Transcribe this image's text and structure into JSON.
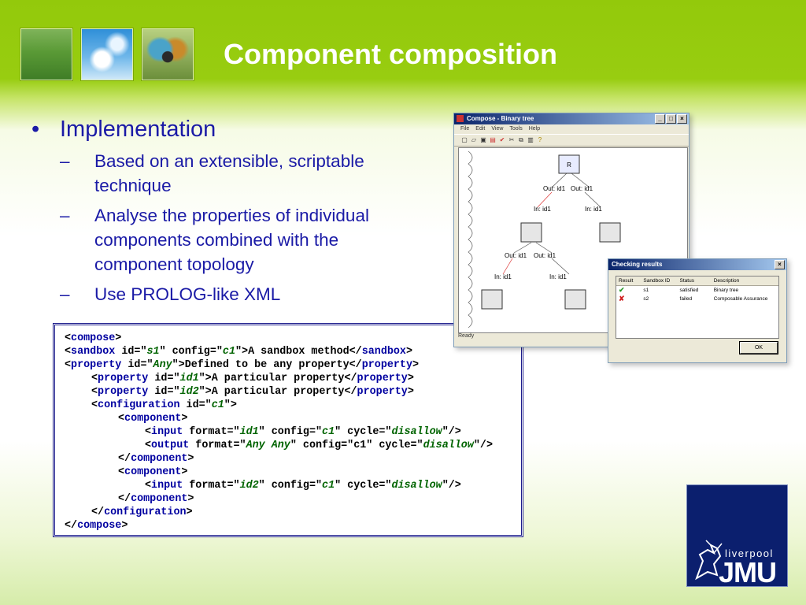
{
  "slide": {
    "title": "Component composition",
    "bullets": {
      "main_marker": "•",
      "main": "Implementation",
      "sub_marker": "–",
      "sub": [
        "Based on an extensible, scriptable technique",
        "Analyse the properties of individual components combined with the component topology",
        "Use PROLOG-like XML"
      ]
    }
  },
  "code": [
    {
      "indent": 0,
      "parts": [
        {
          "t": "p",
          "v": "<"
        },
        {
          "t": "tag",
          "v": "compose"
        },
        {
          "t": "p",
          "v": ">"
        }
      ]
    },
    {
      "indent": 0,
      "parts": [
        {
          "t": "p",
          "v": "<"
        },
        {
          "t": "tag",
          "v": "sandbox"
        },
        {
          "t": "p",
          "v": " id=\""
        },
        {
          "t": "val",
          "v": "s1"
        },
        {
          "t": "p",
          "v": "\" config=\""
        },
        {
          "t": "val",
          "v": "c1"
        },
        {
          "t": "p",
          "v": "\">A sandbox method</"
        },
        {
          "t": "tag",
          "v": "sandbox"
        },
        {
          "t": "p",
          "v": ">"
        }
      ]
    },
    {
      "indent": 0,
      "parts": [
        {
          "t": "p",
          "v": "<"
        },
        {
          "t": "tag",
          "v": "property"
        },
        {
          "t": "p",
          "v": " id=\""
        },
        {
          "t": "val",
          "v": "Any"
        },
        {
          "t": "p",
          "v": "\">Defined to be any property</"
        },
        {
          "t": "tag",
          "v": "property"
        },
        {
          "t": "p",
          "v": ">"
        }
      ]
    },
    {
      "indent": 1,
      "parts": [
        {
          "t": "p",
          "v": "<"
        },
        {
          "t": "tag",
          "v": "property"
        },
        {
          "t": "p",
          "v": " id=\""
        },
        {
          "t": "val",
          "v": "id1"
        },
        {
          "t": "p",
          "v": "\">A particular property</"
        },
        {
          "t": "tag",
          "v": "property"
        },
        {
          "t": "p",
          "v": ">"
        }
      ]
    },
    {
      "indent": 1,
      "parts": [
        {
          "t": "p",
          "v": "<"
        },
        {
          "t": "tag",
          "v": "property"
        },
        {
          "t": "p",
          "v": " id=\""
        },
        {
          "t": "val",
          "v": "id2"
        },
        {
          "t": "p",
          "v": "\">A particular property</"
        },
        {
          "t": "tag",
          "v": "property"
        },
        {
          "t": "p",
          "v": ">"
        }
      ]
    },
    {
      "indent": 1,
      "parts": [
        {
          "t": "p",
          "v": "<"
        },
        {
          "t": "tag",
          "v": "configuration"
        },
        {
          "t": "p",
          "v": " id=\""
        },
        {
          "t": "val",
          "v": "c1"
        },
        {
          "t": "p",
          "v": "\">"
        }
      ]
    },
    {
      "indent": 2,
      "parts": [
        {
          "t": "p",
          "v": "<"
        },
        {
          "t": "tag",
          "v": "component"
        },
        {
          "t": "p",
          "v": ">"
        }
      ]
    },
    {
      "indent": 3,
      "parts": [
        {
          "t": "p",
          "v": "<"
        },
        {
          "t": "tag",
          "v": "input"
        },
        {
          "t": "p",
          "v": " format=\""
        },
        {
          "t": "val",
          "v": "id1"
        },
        {
          "t": "p",
          "v": "\" config=\""
        },
        {
          "t": "val",
          "v": "c1"
        },
        {
          "t": "p",
          "v": "\" cycle=\""
        },
        {
          "t": "val",
          "v": "disallow"
        },
        {
          "t": "p",
          "v": "\"/>"
        }
      ]
    },
    {
      "indent": 3,
      "parts": [
        {
          "t": "p",
          "v": "<"
        },
        {
          "t": "tag",
          "v": "output"
        },
        {
          "t": "p",
          "v": " format=\""
        },
        {
          "t": "val",
          "v": "Any Any"
        },
        {
          "t": "p",
          "v": "\" config=\"c1\" cycle=\""
        },
        {
          "t": "val",
          "v": "disallow"
        },
        {
          "t": "p",
          "v": "\"/>"
        }
      ]
    },
    {
      "indent": 2,
      "parts": [
        {
          "t": "p",
          "v": "</"
        },
        {
          "t": "tag",
          "v": "component"
        },
        {
          "t": "p",
          "v": ">"
        }
      ]
    },
    {
      "indent": 2,
      "parts": [
        {
          "t": "p",
          "v": "<"
        },
        {
          "t": "tag",
          "v": "component"
        },
        {
          "t": "p",
          "v": ">"
        }
      ]
    },
    {
      "indent": 3,
      "parts": [
        {
          "t": "p",
          "v": "<"
        },
        {
          "t": "tag",
          "v": "input"
        },
        {
          "t": "p",
          "v": " format=\""
        },
        {
          "t": "val",
          "v": "id2"
        },
        {
          "t": "p",
          "v": "\" config=\""
        },
        {
          "t": "val",
          "v": "c1"
        },
        {
          "t": "p",
          "v": "\" cycle=\""
        },
        {
          "t": "val",
          "v": "disallow"
        },
        {
          "t": "p",
          "v": "\"/>"
        }
      ]
    },
    {
      "indent": 2,
      "parts": [
        {
          "t": "p",
          "v": "</"
        },
        {
          "t": "tag",
          "v": "component"
        },
        {
          "t": "p",
          "v": ">"
        }
      ]
    },
    {
      "indent": 1,
      "parts": [
        {
          "t": "p",
          "v": "</"
        },
        {
          "t": "tag",
          "v": "configuration"
        },
        {
          "t": "p",
          "v": ">"
        }
      ]
    },
    {
      "indent": 0,
      "parts": [
        {
          "t": "p",
          "v": "</"
        },
        {
          "t": "tag",
          "v": "compose"
        },
        {
          "t": "p",
          "v": ">"
        }
      ]
    }
  ],
  "compose_window": {
    "title": "Compose - Binary tree",
    "menu": [
      "File",
      "Edit",
      "View",
      "Tools",
      "Help"
    ],
    "status": "Ready",
    "tree": {
      "root": "R",
      "out_labels": [
        "Out: id1",
        "Out: id1",
        "Out: id1",
        "Out: id1"
      ],
      "in_labels": [
        "In: id1",
        "In: id1",
        "In: id1",
        "In: id1"
      ]
    }
  },
  "check_window": {
    "title": "Checking results",
    "columns": [
      "Result",
      "Sandbox ID",
      "Status",
      "Description"
    ],
    "rows": [
      {
        "result": "✔",
        "result_color": "#2a9a2a",
        "sandbox": "s1",
        "status": "satisfied",
        "description": "Binary tree"
      },
      {
        "result": "✘",
        "result_color": "#d02020",
        "sandbox": "s2",
        "status": "failed",
        "description": "Composable Assurance"
      }
    ],
    "ok_label": "OK"
  },
  "logo": {
    "small": "liverpool",
    "big": "JMU"
  },
  "colors": {
    "header_green": "#93c90b",
    "bullet_blue": "#1a1aa6",
    "tag_blue": "#0000a0",
    "value_green": "#006400",
    "logo_navy": "#0b1f6e"
  }
}
